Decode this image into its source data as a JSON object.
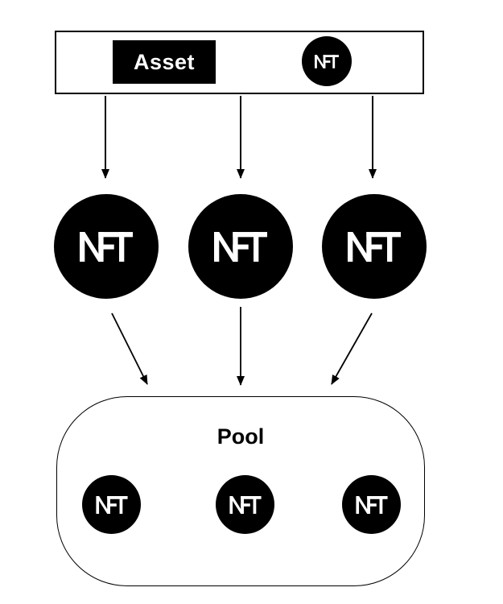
{
  "labels": {
    "asset": "Asset",
    "pool": "Pool",
    "nft": "NFT"
  },
  "colors": {
    "node_fill": "#000000",
    "node_text": "#ffffff",
    "line": "#000000",
    "background": "#ffffff"
  },
  "icons": {
    "nft_logo_icon": "NFT monogram"
  },
  "flow": {
    "top_row": [
      "Asset",
      "NFT"
    ],
    "minted_nfts": [
      "NFT",
      "NFT",
      "NFT"
    ],
    "pool": {
      "label": "Pool",
      "items": [
        "NFT",
        "NFT",
        "NFT"
      ]
    }
  }
}
